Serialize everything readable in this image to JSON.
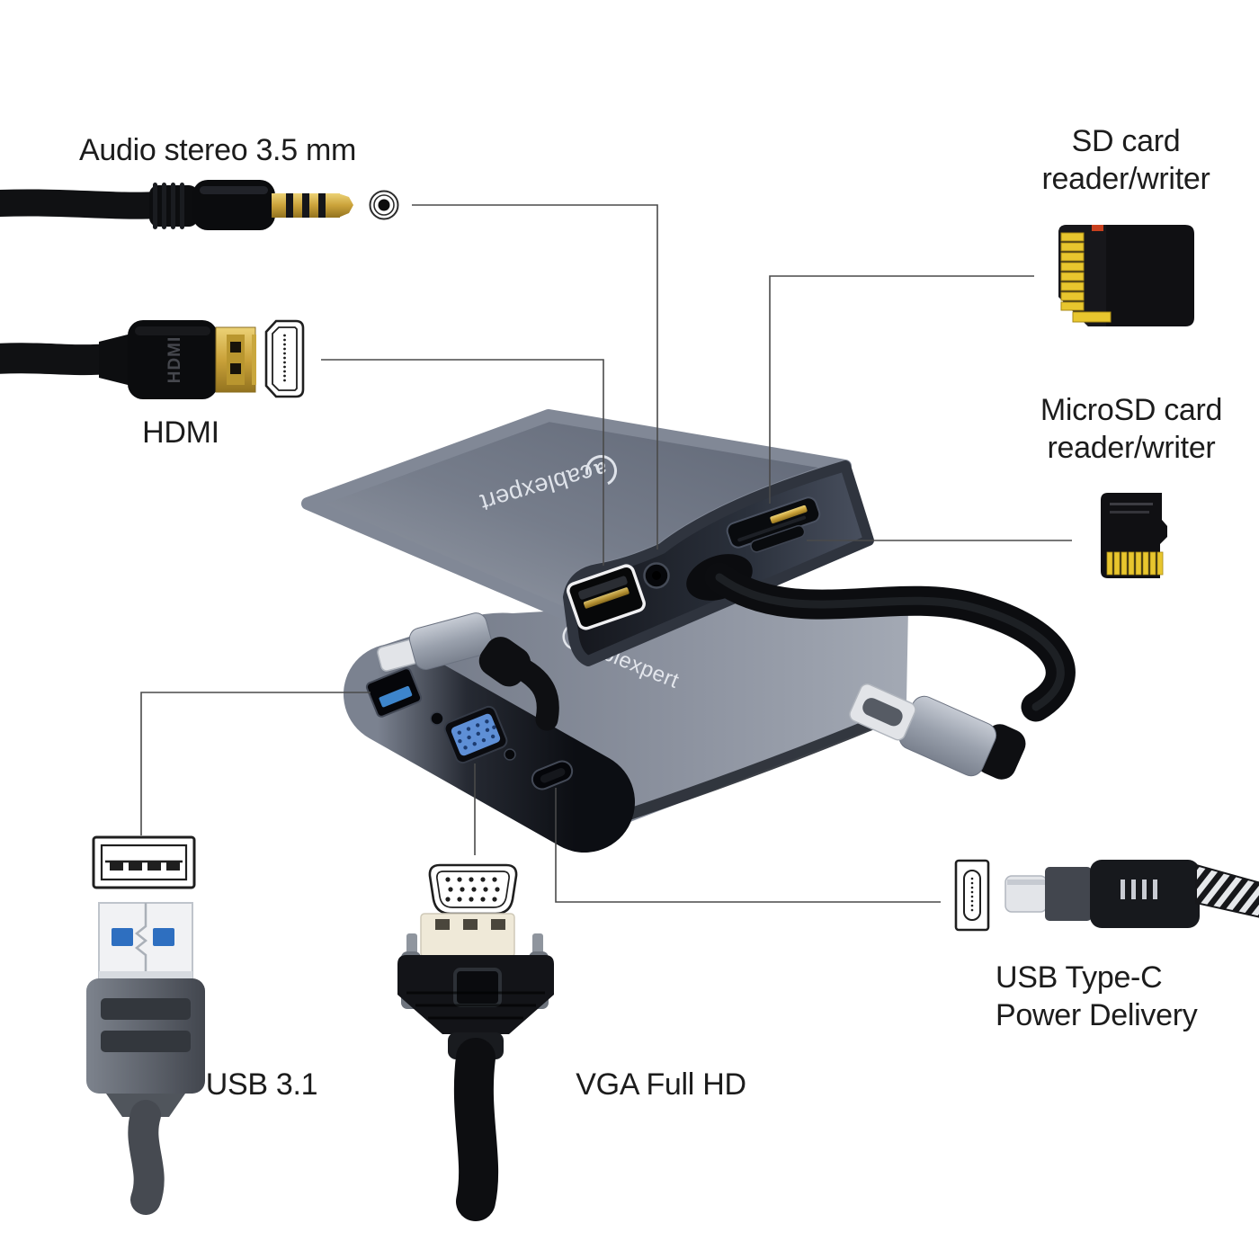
{
  "image": {
    "background": "#ffffff"
  },
  "brand": {
    "logo_text": "cablexpert",
    "logo_mark": "a"
  },
  "markings": {
    "hdmi_plug": "HDMI"
  },
  "callouts": {
    "audio": {
      "label": "Audio stereo 3.5 mm"
    },
    "sd": {
      "line1": "SD card",
      "line2": "reader/writer"
    },
    "hdmi": {
      "label": "HDMI"
    },
    "microsd": {
      "line1": "MicroSD card",
      "line2": "reader/writer"
    },
    "usb": {
      "label": "USB 3.1"
    },
    "vga": {
      "label": "VGA Full HD"
    },
    "usbc": {
      "line1": "USB Type-C",
      "line2": "Power Delivery"
    }
  },
  "colors": {
    "text": "#1c1c1c",
    "callout_line": "#4a4a4a",
    "device_gray": "#717887",
    "usb_port_blue": "#3d85cc",
    "vga_blue": "#5e8fd6",
    "connector_gold": "#d9b945",
    "sd_pin_yellow": "#e8c62e",
    "background": "#ffffff"
  }
}
